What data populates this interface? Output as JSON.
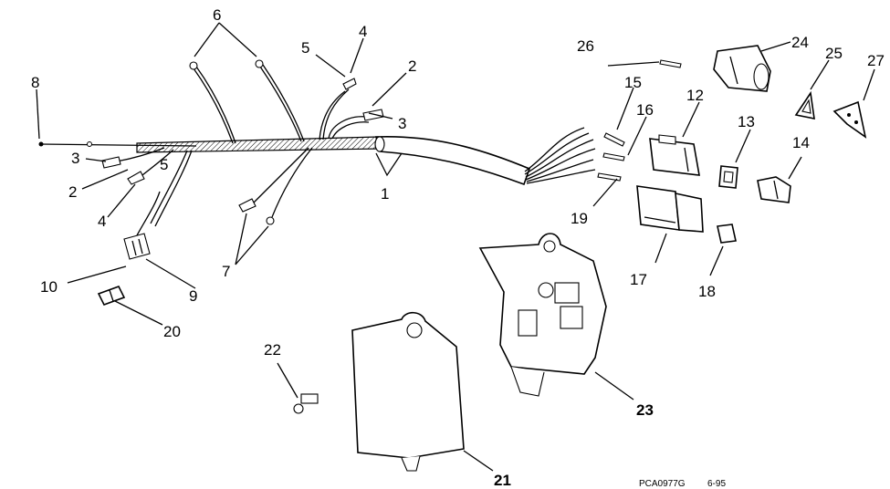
{
  "callouts": {
    "n1": "1",
    "n2a": "2",
    "n2b": "2",
    "n3a": "3",
    "n3b": "3",
    "n4a": "4",
    "n4b": "4",
    "n5a": "5",
    "n5b": "5",
    "n6": "6",
    "n7": "7",
    "n8": "8",
    "n9": "9",
    "n10": "10",
    "n12": "12",
    "n13": "13",
    "n14": "14",
    "n15": "15",
    "n16": "16",
    "n17": "17",
    "n18": "18",
    "n19": "19",
    "n20": "20",
    "n21": "21",
    "n22": "22",
    "n23": "23",
    "n24": "24",
    "n25": "25",
    "n26": "26",
    "n27": "27"
  },
  "footer": {
    "drawing_code": "PCA0977G",
    "date": "6-95"
  }
}
